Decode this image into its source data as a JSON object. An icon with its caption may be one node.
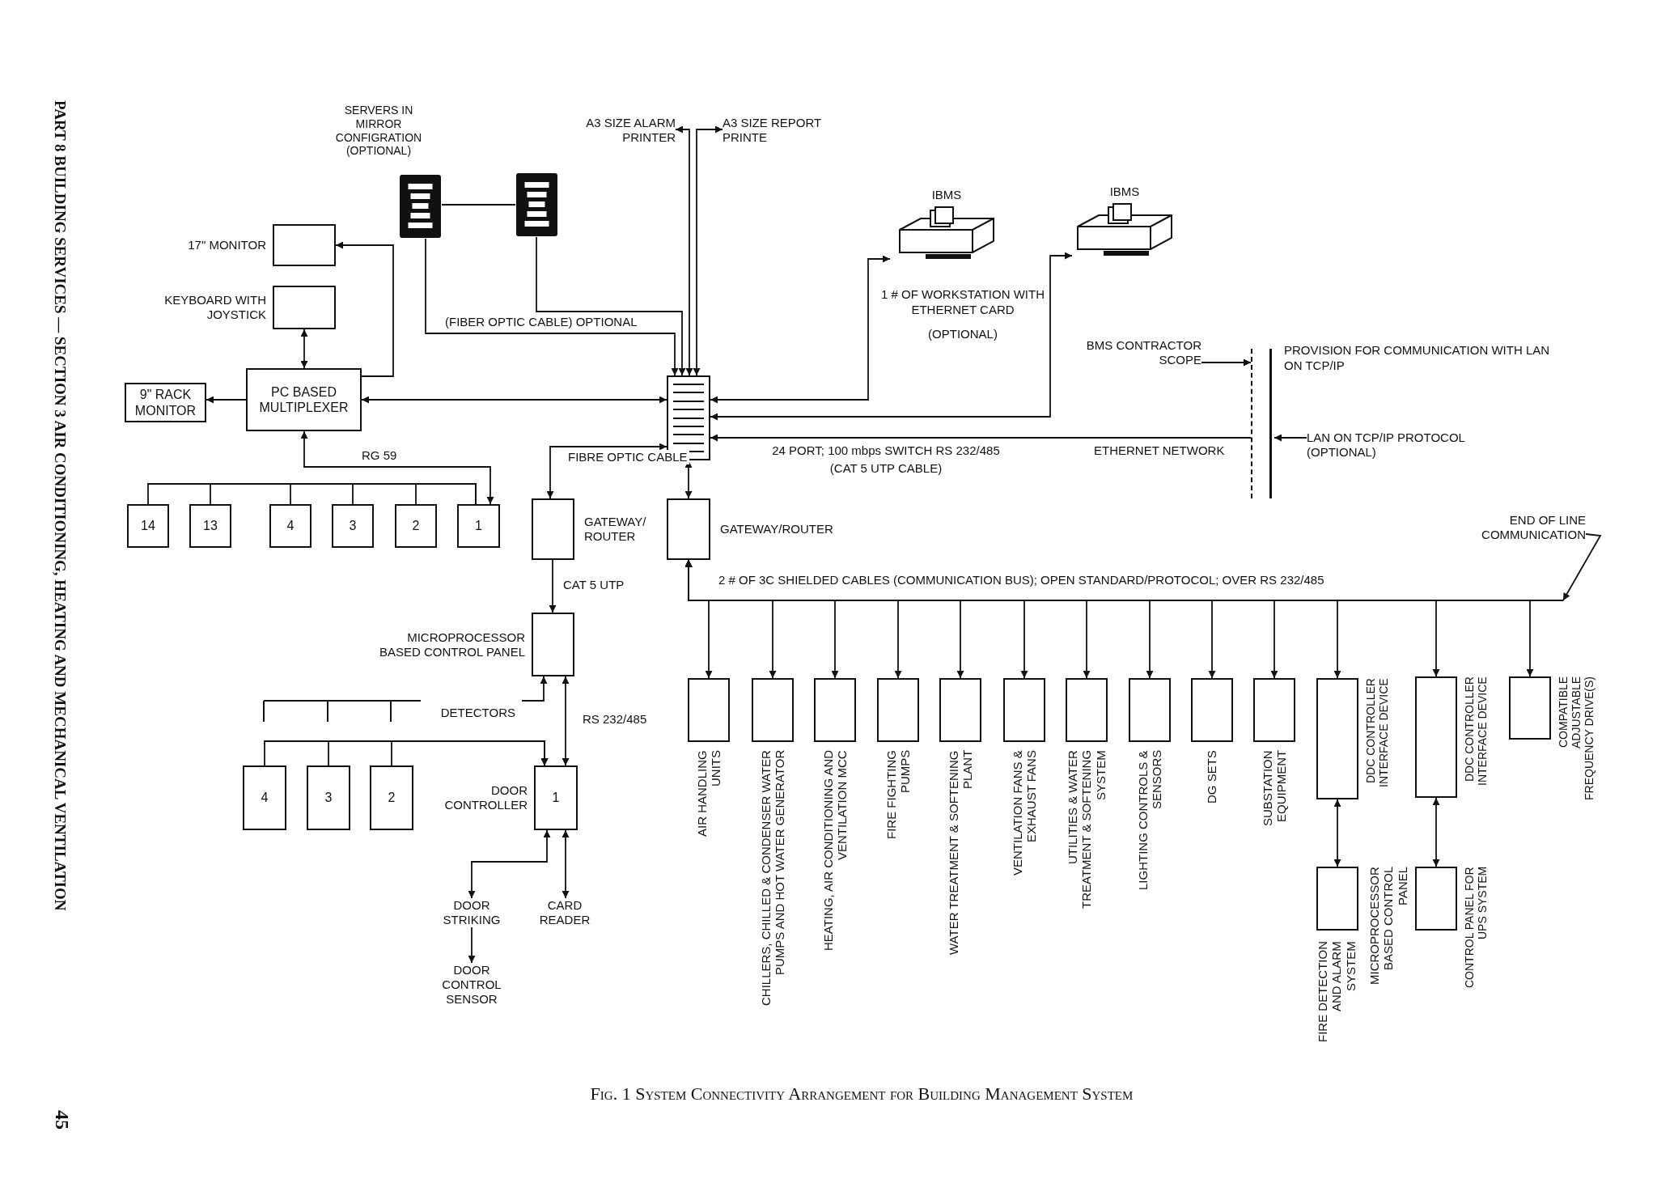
{
  "diagram": {
    "caption": "Fig. 1 System Connectivity Arrangement for Building Management System",
    "nodes": [
      {
        "text": [
          "SERVERS IN MIRROR CONFIGRATION (OPTIONAL)"
        ]
      },
      {
        "text": [],
        "shape": "box"
      },
      {
        "text": [
          "A3 SIZE ALARM PRINTER"
        ]
      },
      {
        "text": [
          "A3 SIZE REPORT PRINTE"
        ]
      },
      {
        "text": [
          "IBMS"
        ],
        "beside": [
          "1 # OF WORKSTATION WITH ETHERNET CARD",
          "(OPTIONAL)"
        ]
      },
      {
        "text": [
          "IBMS"
        ]
      },
      {
        "text": [
          "17\" MONITOR"
        ]
      },
      {
        "text": [
          "KEYBOARD WITH JOYSTICK"
        ]
      },
      {
        "text": [
          "9\" RACK MONITOR"
        ]
      },
      {
        "text": [
          "PC BASED MULTIPLEXER"
        ]
      },
      {
        "text": [],
        "shape": "box",
        "beside": [
          "24 PORT; 100 mbps SWITCH RS 232/485",
          "(CAT 5 UTP CABLE)"
        ]
      },
      {
        "text": [
          "BMS CONTRACTOR SCOPE"
        ]
      },
      {
        "text": [],
        "shape": "bar"
      },
      {
        "text": [],
        "shape": "bar"
      },
      {
        "text": [
          "LAN ON TCP/IP PROTOCOL (OPTIONAL)"
        ]
      },
      {
        "text": [
          "END OF LINE COMMUNICATION"
        ]
      },
      {
        "text": [
          "14"
        ]
      },
      {
        "text": [
          "13"
        ]
      },
      {
        "text": [
          "4"
        ]
      },
      {
        "text": [
          "3"
        ]
      },
      {
        "text": [
          "2"
        ]
      },
      {
        "text": [
          "1"
        ]
      },
      {
        "text": [
          "GATEWAY/ ROUTER"
        ]
      },
      {
        "text": [
          "GATEWAY/ROUTER"
        ]
      },
      {
        "text": [
          "MICROPROCESSOR BASED CONTROL PANEL"
        ]
      },
      {
        "text": [
          "DETECTORS"
        ]
      },
      {
        "text": [
          "4"
        ]
      },
      {
        "text": [
          "3"
        ]
      },
      {
        "text": [
          "2"
        ]
      },
      {
        "text": [
          "DOOR CONTROLLER",
          "1"
        ]
      },
      {
        "text": [
          "DOOR STRIKING"
        ]
      },
      {
        "text": [
          "CARD READER"
        ]
      },
      {
        "text": [
          "DOOR CONTROL SENSOR"
        ]
      },
      {
        "text": [
          "AIR HANDLING UNITS"
        ]
      },
      {
        "text": [
          "CHILLERS, CHILLED & CONDENSER WATER PUMPS AND HOT WATER GENERATOR"
        ]
      },
      {
        "text": [
          "HEATING, AIR CONDITIONING AND VENTILATION MCC"
        ]
      },
      {
        "text": [
          "FIRE FIGHTING PUMPS"
        ]
      },
      {
        "text": [
          "WATER TREATMENT & SOFTENING PLANT"
        ]
      },
      {
        "text": [
          "VENTILATION FANS & EXHAUST FANS"
        ]
      },
      {
        "text": [
          "UTILITIES & WATER TREATMENT & SOFTENING SYSTEM"
        ]
      },
      {
        "text": [
          "LIGHTING CONTROLS & SENSORS"
        ]
      },
      {
        "text": [
          "DG SETS"
        ]
      },
      {
        "text": [
          "SUBSTATION EQUIPMENT"
        ]
      },
      {
        "text": [
          "DDC CONTROLLER INTERFACE DEVICE"
        ]
      },
      {
        "text": [
          "DDC CONTROLLER INTERFACE DEVICE"
        ]
      },
      {
        "text": [
          "COMPATIBLE ADJUSTABLE FREQUENCY DRIVE(S)"
        ]
      },
      {
        "text": [
          "FIRE DETECTION AND ALARM SYSTEM",
          "MICROPROCESSOR BASED CONTROL PANEL"
        ]
      },
      {
        "text": [
          "CONTROL PANEL FOR UPS SYSTEM"
        ]
      }
    ],
    "edges": [
      {
        "from": 0,
        "to": 1,
        "arrow": "none"
      },
      {
        "from": 0,
        "to": 10,
        "arrow": "to",
        "label": "(FIBER OPTIC CABLE) OPTIONAL"
      },
      {
        "from": 1,
        "to": 10,
        "arrow": "to"
      },
      {
        "from": 10,
        "to": 2,
        "arrow": "both"
      },
      {
        "from": 10,
        "to": 3,
        "arrow": "both"
      },
      {
        "from": 10,
        "to": 4,
        "arrow": "both"
      },
      {
        "from": 10,
        "to": 5,
        "arrow": "both"
      },
      {
        "from": 9,
        "to": 10,
        "arrow": "both"
      },
      {
        "from": 9,
        "to": 6,
        "arrow": "to"
      },
      {
        "from": 7,
        "to": 9,
        "arrow": "both"
      },
      {
        "from": 9,
        "to": 8,
        "arrow": "to"
      },
      {
        "from": 9,
        "to": 21,
        "arrow": "both",
        "label": "RG 59"
      },
      {
        "from": 21,
        "to": 20,
        "arrow": "none"
      },
      {
        "from": 21,
        "to": 19,
        "arrow": "none"
      },
      {
        "from": 21,
        "to": 18,
        "arrow": "none"
      },
      {
        "from": 21,
        "to": 17,
        "arrow": "none"
      },
      {
        "from": 21,
        "to": 16,
        "arrow": "none"
      },
      {
        "from": 11,
        "to": 12,
        "arrow": "to"
      },
      {
        "from": 14,
        "to": 13,
        "arrow": "to"
      },
      {
        "from": 12,
        "to": 10,
        "arrow": "to",
        "label": "ETHERNET NETWORK"
      },
      {
        "from": 10,
        "to": 22,
        "arrow": "both",
        "label": "FIBRE OPTIC CABLE"
      },
      {
        "from": 10,
        "to": 23,
        "arrow": "both"
      },
      {
        "from": 22,
        "to": 24,
        "arrow": "to",
        "label": "CAT 5 UTP"
      },
      {
        "from": 25,
        "to": 24,
        "arrow": "to"
      },
      {
        "from": 24,
        "to": 29,
        "arrow": "both",
        "label": "RS 232/485"
      },
      {
        "from": 26,
        "to": 29,
        "arrow": "to"
      },
      {
        "from": 27,
        "to": 29,
        "arrow": "to"
      },
      {
        "from": 28,
        "to": 29,
        "arrow": "to"
      },
      {
        "from": 29,
        "to": 30,
        "arrow": "both"
      },
      {
        "from": 29,
        "to": 31,
        "arrow": "both"
      },
      {
        "from": 30,
        "to": 32,
        "arrow": "to"
      },
      {
        "from": 23,
        "to": 33,
        "arrow": "both"
      },
      {
        "from": 23,
        "to": 34,
        "arrow": "both"
      },
      {
        "from": 23,
        "to": 35,
        "arrow": "both"
      },
      {
        "from": 23,
        "to": 36,
        "arrow": "both"
      },
      {
        "from": 23,
        "to": 37,
        "arrow": "both"
      },
      {
        "from": 23,
        "to": 38,
        "arrow": "both"
      },
      {
        "from": 23,
        "to": 39,
        "arrow": "both"
      },
      {
        "from": 23,
        "to": 40,
        "arrow": "both"
      },
      {
        "from": 23,
        "to": 41,
        "arrow": "both"
      },
      {
        "from": 23,
        "to": 42,
        "arrow": "both"
      },
      {
        "from": 23,
        "to": 43,
        "arrow": "both"
      },
      {
        "from": 23,
        "to": 44,
        "arrow": "both"
      },
      {
        "from": 23,
        "to": 45,
        "arrow": "both"
      },
      {
        "from": 43,
        "to": 46,
        "arrow": "both"
      },
      {
        "from": 44,
        "to": 47,
        "arrow": "both"
      },
      {
        "from": 15,
        "to": null,
        "arrow": "to"
      }
    ],
    "labels": [
      "PART 8 BUILDING SERVICES — SECTION 3 AIR CONDITIONING, HEATING AND MECHANICAL VENTILATION",
      "45",
      "PROVISION FOR COMMUNICATION WITH LAN ON TCP/IP",
      "2 # OF 3C SHIELDED CABLES (COMMUNICATION BUS); OPEN STANDARD/PROTOCOL; OVER RS 232/485"
    ]
  }
}
